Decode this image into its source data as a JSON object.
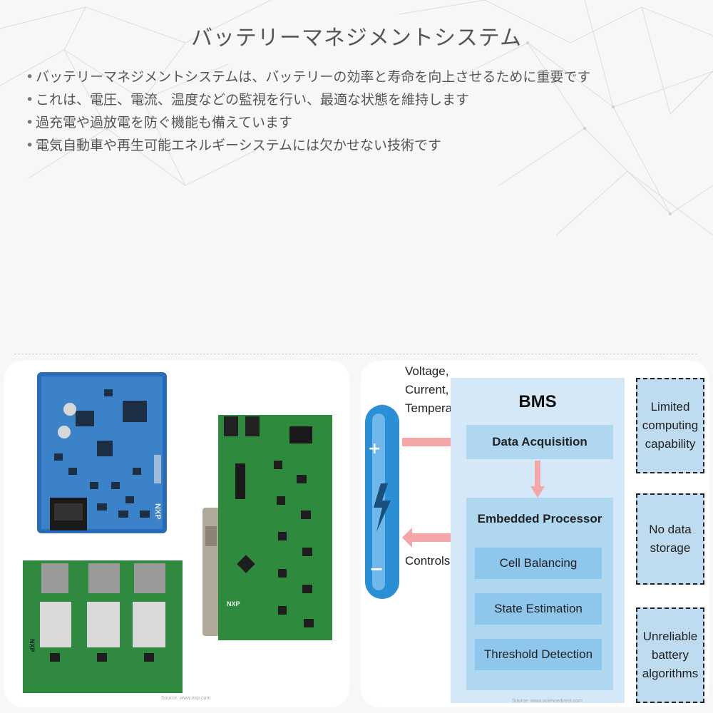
{
  "slide": {
    "title": "バッテリーマネジメントシステム",
    "bullets": [
      "バッテリーマネジメントシステムは、バッテリーの効率と寿命を向上させるために重要です",
      "これは、電圧、電流、温度などの監視を行い、最適な状態を維持します",
      "過充電や過放電を防ぐ機能も備えています",
      "電気自動車や再生可能エネルギーシステムには欠かせない技術です"
    ]
  },
  "left_image": {
    "logo_text": "NXP",
    "source": "Source: www.nxp.com"
  },
  "diagram": {
    "inputs_label": [
      "Voltage,",
      "Current,",
      "Temperature"
    ],
    "controls_label": "Controls",
    "bms_title": "BMS",
    "data_acquisition": "Data Acquisition",
    "embedded_processor": "Embedded Processor",
    "sub_blocks": [
      "Cell Balancing",
      "State Estimation",
      "Threshold Detection"
    ],
    "limitations": [
      [
        "Limited",
        "computing",
        "capability"
      ],
      [
        "No data",
        "storage"
      ],
      [
        "Unreliable",
        "battery",
        "algorithms"
      ]
    ],
    "source": "Source: www.sciencedirect.com",
    "colors": {
      "box_bg": "#d4e8f7",
      "block": "#b0d7f0",
      "sub_block": "#8ec6ec",
      "arrow": "#f4a6a9",
      "battery": "#2b8fd6"
    }
  }
}
